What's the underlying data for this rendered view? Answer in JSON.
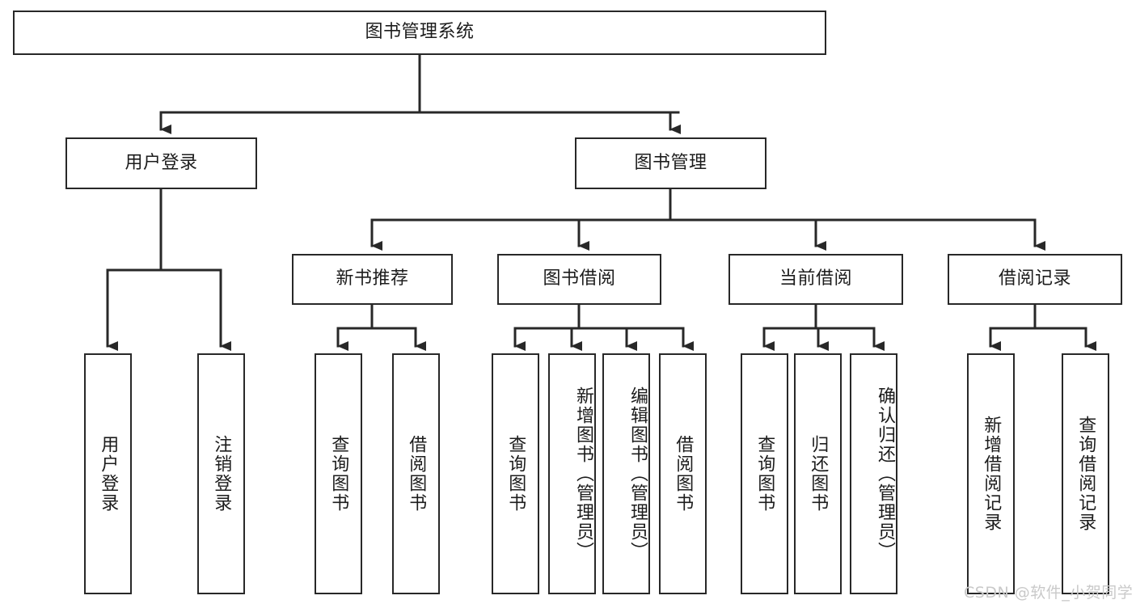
{
  "diagram": {
    "title_node": {
      "label": "图书管理系统"
    },
    "level2": [
      {
        "id": "user-login",
        "label": "用户登录"
      },
      {
        "id": "book-management",
        "label": "图书管理"
      }
    ],
    "level3": [
      {
        "id": "new-book-recommend",
        "label": "新书推荐"
      },
      {
        "id": "book-borrow",
        "label": "图书借阅"
      },
      {
        "id": "current-borrow",
        "label": "当前借阅"
      },
      {
        "id": "borrow-record",
        "label": "借阅记录"
      }
    ],
    "leaves": {
      "user_login": [
        {
          "id": "leaf-user-login",
          "label": "用户登录"
        },
        {
          "id": "leaf-logout-login",
          "label": "注销登录"
        }
      ],
      "new_book_recommend": [
        {
          "id": "leaf-query-book-1",
          "label": "查询图书"
        },
        {
          "id": "leaf-borrow-book-1",
          "label": "借阅图书"
        }
      ],
      "book_borrow": [
        {
          "id": "leaf-query-book-2",
          "label": "查询图书"
        },
        {
          "id": "leaf-add-book",
          "label": "新增图书（管理员）"
        },
        {
          "id": "leaf-edit-book",
          "label": "编辑图书（管理员）"
        },
        {
          "id": "leaf-borrow-book-2",
          "label": "借阅图书"
        }
      ],
      "current_borrow": [
        {
          "id": "leaf-query-book-3",
          "label": "查询图书"
        },
        {
          "id": "leaf-return-book",
          "label": "归还图书"
        },
        {
          "id": "leaf-confirm-return",
          "label": "确认归还（管理员）"
        }
      ],
      "borrow_record": [
        {
          "id": "leaf-add-record",
          "label": "新增借阅记录"
        },
        {
          "id": "leaf-query-record",
          "label": "查询借阅记录"
        }
      ]
    },
    "watermark": {
      "text": "CSDN @软件_小贺同学"
    },
    "colors": {
      "border": "#282828",
      "text": "#1c1c1c",
      "background": "#ffffff",
      "watermark": "#c9c9c9"
    }
  }
}
